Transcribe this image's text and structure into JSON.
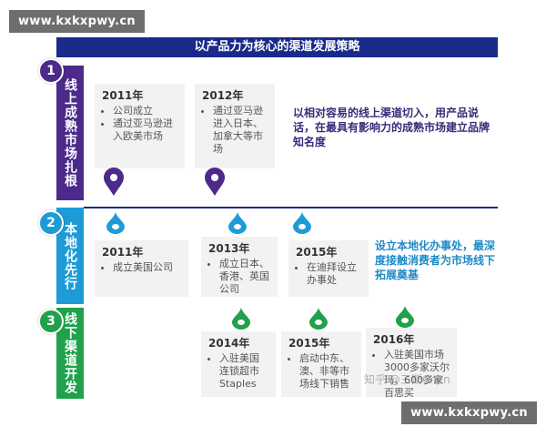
{
  "watermark": "www.kxkxpwy.cn",
  "title": "以产品力为核心的渠道发展策略",
  "sections": [
    {
      "number": "1",
      "label": "线上成熟市场扎根",
      "color": "#4b2a8b"
    },
    {
      "number": "2",
      "label": "本地化先行",
      "color": "#1e9bd7"
    },
    {
      "number": "3",
      "label": "线下渠道开发",
      "color": "#20a14b"
    }
  ],
  "cards": [
    {
      "year": "2011年",
      "items": [
        "公司成立",
        "通过亚马逊进入欧美市场"
      ]
    },
    {
      "year": "2012年",
      "items": [
        "通过亚马逊进入日本、加拿大等市场"
      ]
    },
    {
      "year": "2011年",
      "items": [
        "成立美国公司"
      ]
    },
    {
      "year": "2013年",
      "items": [
        "成立日本、香港、英国公司"
      ]
    },
    {
      "year": "2015年",
      "items": [
        "在迪拜设立办事处"
      ]
    },
    {
      "year": "2014年",
      "items": [
        "入驻美国连锁超市Staples"
      ]
    },
    {
      "year": "2015年",
      "items": [
        "启动中东、澳、非等市场线下销售"
      ]
    },
    {
      "year": "2016年",
      "items": [
        "入驻美国市场3000多家沃尔玛、600多家百思买"
      ]
    }
  ],
  "notes": {
    "section1": "以相对容易的线上渠道切入，用产品说话，在最具有影响力的成熟市场建立品牌知名度",
    "section2": "设立本地化办事处，最深度接触消费者为市场线下拓展奠基"
  },
  "overlay_watermark": "知乎 @三斯Chen",
  "colors": {
    "title": "#1a2a8a",
    "section1": "#4b2a8b",
    "section2": "#1e9bd7",
    "section3": "#20a14b",
    "card": "#f2f2f2"
  }
}
